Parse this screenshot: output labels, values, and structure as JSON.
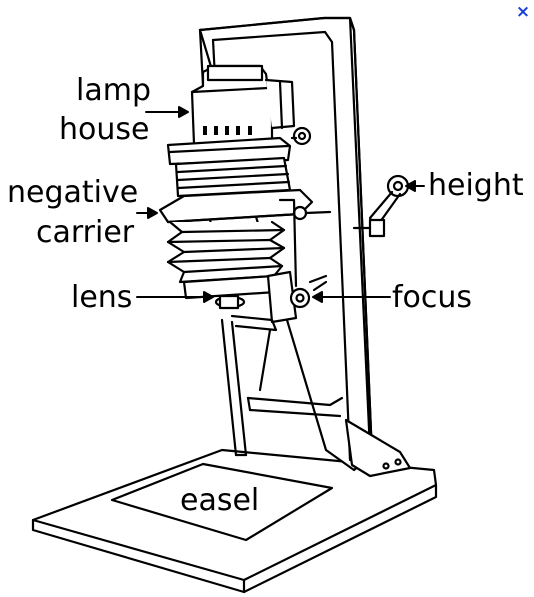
{
  "close_glyph": "×",
  "labels": {
    "lamp": "lamp",
    "house": "house",
    "negative": "negative",
    "carrier": "carrier",
    "height": "height",
    "lens": "lens",
    "focus": "focus",
    "easel": "easel"
  },
  "colors": {
    "ink": "#000000",
    "background": "#ffffff",
    "close": "#1a3fd6"
  }
}
